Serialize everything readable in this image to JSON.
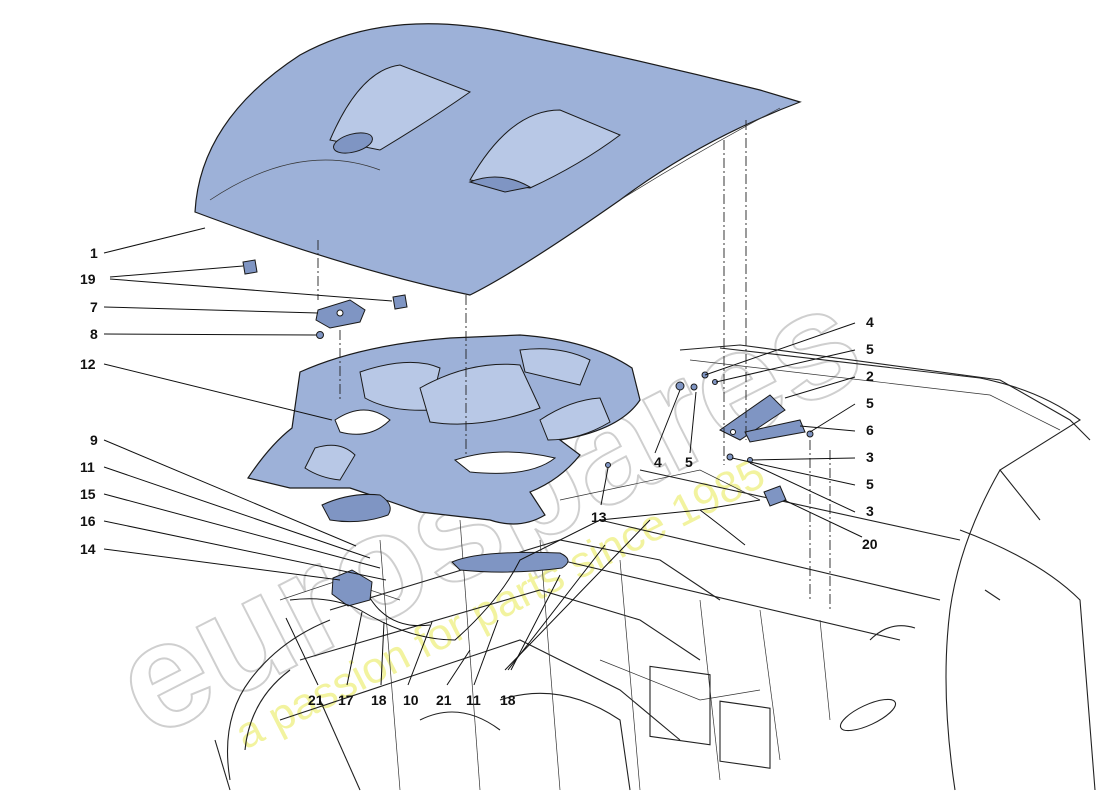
{
  "watermark": {
    "brand": "eurospares",
    "tagline": "a passion for parts since 1985"
  },
  "labels": [
    {
      "id": "l1",
      "text": "1"
    },
    {
      "id": "l19",
      "text": "19"
    },
    {
      "id": "l7",
      "text": "7"
    },
    {
      "id": "l8",
      "text": "8"
    },
    {
      "id": "l12",
      "text": "12"
    },
    {
      "id": "l9",
      "text": "9"
    },
    {
      "id": "l11a",
      "text": "11"
    },
    {
      "id": "l15",
      "text": "15"
    },
    {
      "id": "l16",
      "text": "16"
    },
    {
      "id": "l14",
      "text": "14"
    },
    {
      "id": "l13",
      "text": "13"
    },
    {
      "id": "l4a",
      "text": "4"
    },
    {
      "id": "l5a",
      "text": "5"
    },
    {
      "id": "l4b",
      "text": "4"
    },
    {
      "id": "l5b",
      "text": "5"
    },
    {
      "id": "l2",
      "text": "2"
    },
    {
      "id": "l5c",
      "text": "5"
    },
    {
      "id": "l6",
      "text": "6"
    },
    {
      "id": "l3a",
      "text": "3"
    },
    {
      "id": "l5d",
      "text": "5"
    },
    {
      "id": "l3b",
      "text": "3"
    },
    {
      "id": "l20",
      "text": "20"
    },
    {
      "id": "l21a",
      "text": "21"
    },
    {
      "id": "l17",
      "text": "17"
    },
    {
      "id": "l18a",
      "text": "18"
    },
    {
      "id": "l10",
      "text": "10"
    },
    {
      "id": "l21b",
      "text": "21"
    },
    {
      "id": "l11b",
      "text": "11"
    },
    {
      "id": "l18b",
      "text": "18"
    }
  ]
}
